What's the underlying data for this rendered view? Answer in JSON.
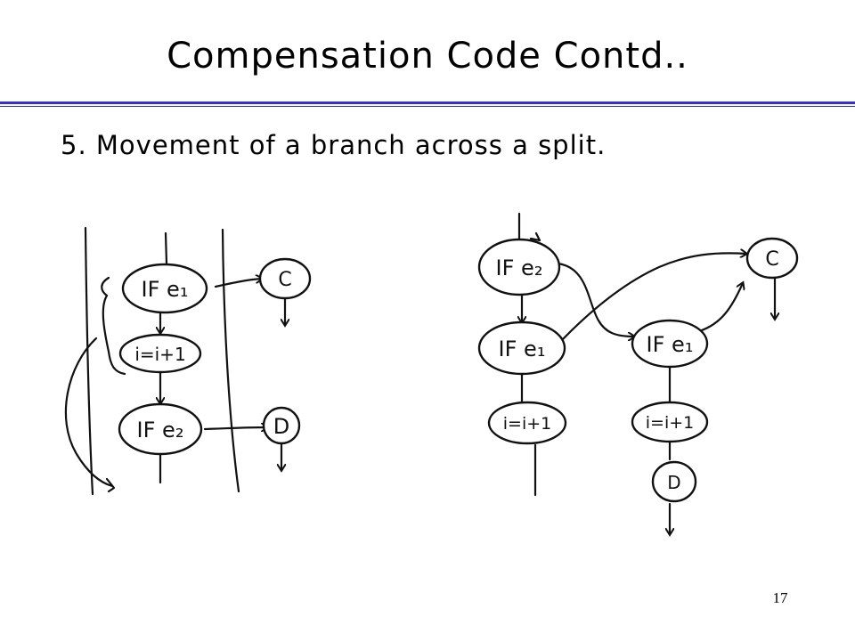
{
  "slide": {
    "title": "Compensation Code Contd..",
    "bullet": "5. Movement of a branch across a split.",
    "page_number": "17",
    "colors": {
      "rule": "#3333cc",
      "ink": "#111111"
    }
  },
  "diagram_left": {
    "nodes": [
      {
        "id": "if-e1",
        "label": "IF e₁"
      },
      {
        "id": "assign",
        "label": "i=i+1"
      },
      {
        "id": "if-e2",
        "label": "IF e₂"
      },
      {
        "id": "c",
        "label": "C"
      },
      {
        "id": "d",
        "label": "D"
      }
    ],
    "edges": [
      {
        "from": "if-e1",
        "to": "assign"
      },
      {
        "from": "assign",
        "to": "if-e2"
      },
      {
        "from": "if-e1",
        "to": "c"
      },
      {
        "from": "if-e2",
        "to": "d"
      }
    ]
  },
  "diagram_right": {
    "nodes": [
      {
        "id": "if-e2",
        "label": "IF e₂"
      },
      {
        "id": "if-e1-a",
        "label": "IF e₁"
      },
      {
        "id": "assign-a",
        "label": "i=i+1"
      },
      {
        "id": "if-e1-b",
        "label": "IF e₁"
      },
      {
        "id": "assign-b",
        "label": "i=i+1"
      },
      {
        "id": "c",
        "label": "C"
      },
      {
        "id": "d",
        "label": "D"
      }
    ],
    "edges": [
      {
        "from": "if-e2",
        "to": "if-e1-a"
      },
      {
        "from": "if-e2",
        "to": "if-e1-b"
      },
      {
        "from": "if-e1-a",
        "to": "c"
      },
      {
        "from": "if-e1-b",
        "to": "c"
      },
      {
        "from": "if-e1-a",
        "to": "assign-a"
      },
      {
        "from": "if-e1-b",
        "to": "assign-b"
      },
      {
        "from": "assign-b",
        "to": "d"
      }
    ]
  }
}
